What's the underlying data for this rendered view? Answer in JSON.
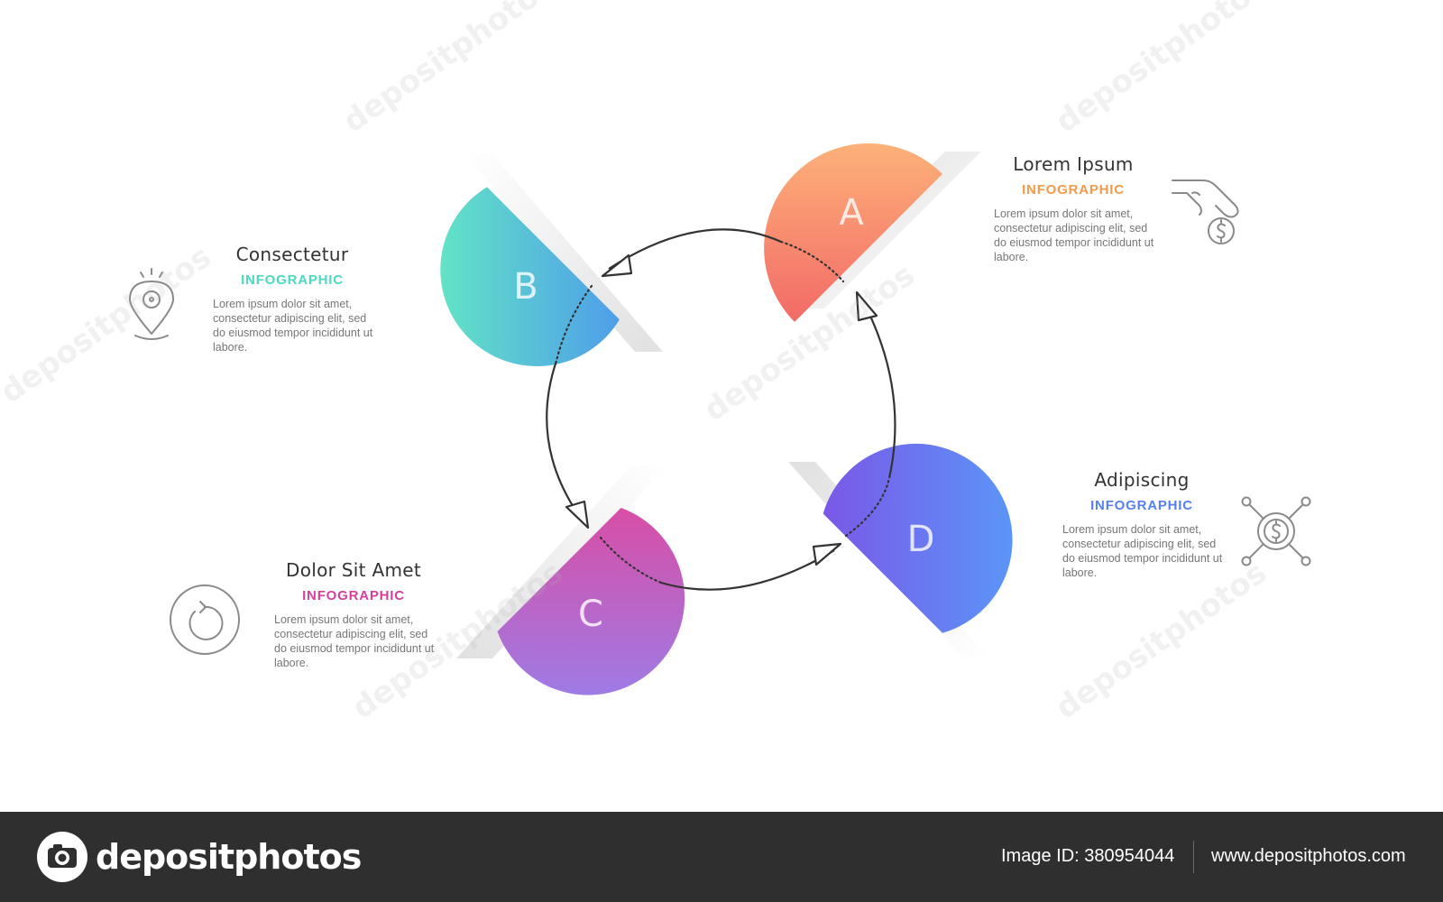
{
  "steps": [
    {
      "letter": "A",
      "title": "Lorem Ipsum",
      "subtitle": "INFOGRAPHIC",
      "accent": "#f39a4b",
      "description": "Lorem ipsum dolor sit amet, consectetur adipiscing elit, sed do eiusmod tempor incididunt ut labore.",
      "icon": "hand-coin-icon"
    },
    {
      "letter": "B",
      "title": "Consectetur",
      "subtitle": "INFOGRAPHIC",
      "accent": "#4dd9bf",
      "description": "Lorem ipsum dolor sit amet, consectetur adipiscing elit, sed do eiusmod tempor incididunt ut labore.",
      "icon": "location-pin-icon"
    },
    {
      "letter": "C",
      "title": "Dolor Sit Amet",
      "subtitle": "INFOGRAPHIC",
      "accent": "#d6409c",
      "description": "Lorem ipsum dolor sit amet, consectetur adipiscing elit, sed do eiusmod tempor incididunt ut labore.",
      "icon": "refresh-icon"
    },
    {
      "letter": "D",
      "title": "Adipiscing",
      "subtitle": "INFOGRAPHIC",
      "accent": "#5680ef",
      "description": "Lorem ipsum dolor sit amet, consectetur adipiscing elit, sed do eiusmod tempor incididunt ut labore.",
      "icon": "dollar-network-icon"
    }
  ],
  "colors": {
    "a_start": "#fdae76",
    "a_end": "#f36b68",
    "b_start": "#5fe2c4",
    "b_end": "#4f9ee9",
    "c_start": "#d84ea6",
    "c_end": "#9e79e5",
    "d_start": "#7a5ce9",
    "d_end": "#5a93f7",
    "footer_bg": "#2f2f30"
  },
  "footer": {
    "brand": "depositphotos",
    "image_id": "Image ID: 380954044",
    "website": "www.depositphotos.com"
  },
  "watermark": "depositphotos"
}
